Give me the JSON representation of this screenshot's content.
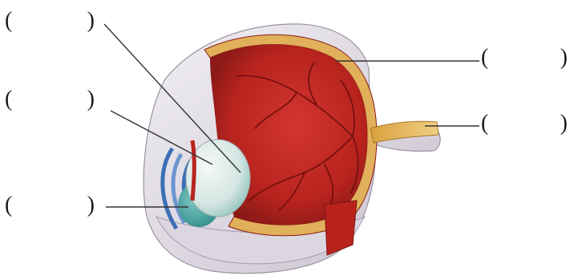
{
  "colors": {
    "sclera": "#e9e5ec",
    "sclera_shadow": "#c7c0cc",
    "choroid": "#8b1a17",
    "retina_interior": "#c42a24",
    "vessel": "#6e0f0d",
    "lens": "#e6efee",
    "lens_shade": "#9fcbc6",
    "iris_blue": "#3d6fb5",
    "nerve": "#e2b052",
    "leader_line": "#333333"
  },
  "labels": [
    {
      "id": "label-cornea-lens-top",
      "open": "(",
      "close": ")",
      "answer": ""
    },
    {
      "id": "label-lens",
      "open": "(",
      "close": ")",
      "answer": ""
    },
    {
      "id": "label-cornea",
      "open": "(",
      "close": ")",
      "answer": ""
    },
    {
      "id": "label-retina",
      "open": "(",
      "close": ")",
      "answer": ""
    },
    {
      "id": "label-optic-nerve",
      "open": "(",
      "close": ")",
      "answer": ""
    }
  ]
}
